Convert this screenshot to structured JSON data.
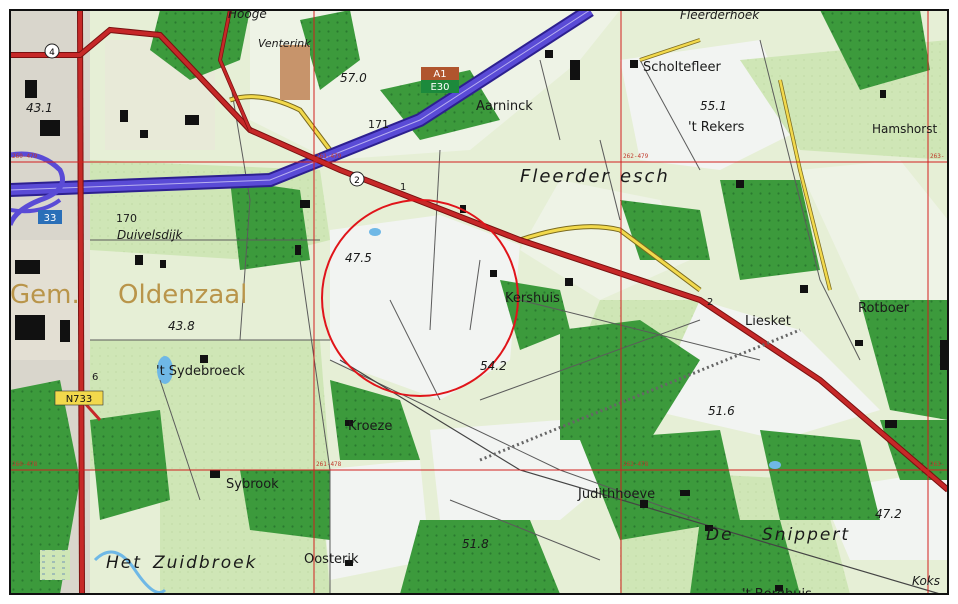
{
  "places": {
    "hooge": "Hooge",
    "venterink": "Venterink",
    "fleerderhoek": "Fleerderhoek",
    "scholtefleer": "Scholtefleer",
    "aarninck": "Aarninck",
    "t_rekers": "'t Rekers",
    "hamshorst": "Hamshorst",
    "fleerder_esch_1": "Fleerder",
    "fleerder_esch_2": "esch",
    "duivelsdijk": "Duivelsdijk",
    "gem_oldenzaal_1": "Gem.",
    "gem_oldenzaal_2": "Oldenzaal",
    "kershuis": "Kershuis",
    "liesket": "Liesket",
    "rotboer": "Rotboer",
    "t_sydebroeck": "'t Sydebroeck",
    "kroeze": "Kroeze",
    "sybrook": "Sybrook",
    "judithhoeve": "Judithhoeve",
    "de_snippert_1": "De",
    "de_snippert_2": "Snippert",
    "het_zuidbroek_1": "Het",
    "het_zuidbroek_2": "Zuidbroek",
    "oosterik": "Oosterik",
    "t_borghuis": "'t Borghuis",
    "koks": "Koks"
  },
  "elevations": [
    "57.0",
    "43.1",
    "55.1",
    "47.5",
    "43.8",
    "54.2",
    "51.6",
    "51.8",
    "47.2",
    "170",
    "171"
  ],
  "road_shields": {
    "a1": "A1",
    "e30": "E30",
    "n733": "N733",
    "exit_33": "33",
    "junction_4": "4",
    "junction_2a": "2",
    "junction_2b": "2",
    "junction_1": "1",
    "junction_6": "6"
  },
  "grid_labels": [
    "260-479",
    "261-479",
    "262-479",
    "263-",
    "260-478",
    "261-478",
    "262-478",
    "263-"
  ],
  "colors": {
    "background": "#eef1e2",
    "forest": "#3c9a3c",
    "forest_dots": "#2e7d32",
    "grass": "#c9e3b1",
    "field": "#f1f3ef",
    "motorway": "#4a3bc9",
    "main_road": "#b11e1e",
    "secondary_road": "#f2d94c",
    "grid": "#d21f1f",
    "marker_circle": "#e0141a",
    "water": "#6fb8e6"
  }
}
